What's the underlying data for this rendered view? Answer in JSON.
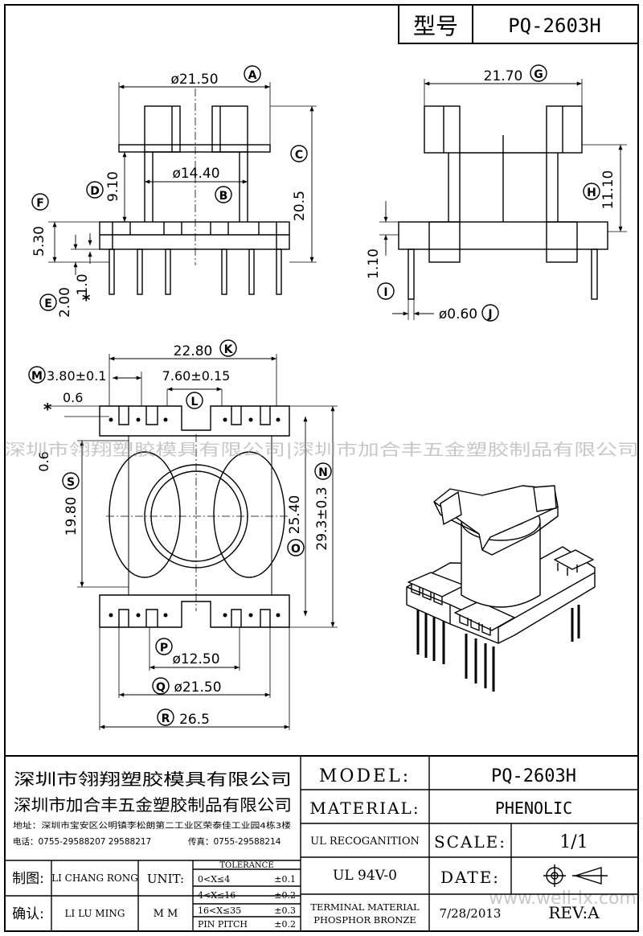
{
  "header": {
    "label_model": "型号",
    "model": "PQ-2603H"
  },
  "side_view": {
    "dim_a": "ø21.50",
    "tag_a": "A",
    "dim_b": "ø14.40",
    "tag_b": "B",
    "dim_c": "20.5",
    "tag_c": "C",
    "dim_d": "9.10",
    "tag_d": "D",
    "dim_e": "2.00",
    "tag_e": "E",
    "dim_e2": "1.0",
    "star": "*",
    "dim_f": "5.30",
    "tag_f": "F"
  },
  "front_view": {
    "dim_g": "21.70",
    "tag_g": "G",
    "dim_h": "11.10",
    "tag_h": "H",
    "dim_i": "1.10",
    "tag_i": "I",
    "dim_j": "ø0.60",
    "tag_j": "J"
  },
  "top_view": {
    "dim_k": "22.80",
    "tag_k": "K",
    "dim_l": "7.60±0.15",
    "tag_l": "L",
    "dim_m": "3.80±0.1",
    "tag_m": "M",
    "dim_n": "29.3±0.3",
    "tag_n": "N",
    "dim_o": "25.40",
    "tag_o": "O",
    "dim_p": "ø12.50",
    "tag_p": "P",
    "dim_q": "ø21.50",
    "tag_q": "Q",
    "dim_r": "26.5",
    "tag_r": "R",
    "dim_s": "19.80",
    "tag_s": "S",
    "dim_06a": "0.6",
    "dim_06b": "0.6",
    "star": "*"
  },
  "watermark": {
    "text": "深圳市翎翔塑胶模具有限公司|深圳市加合丰五金塑胶制品有限公司",
    "site": "www.well-lx.com"
  },
  "title_block": {
    "company1": "深圳市翎翔塑胶模具有限公司",
    "company2": "深圳市加合丰五金塑胶制品有限公司",
    "address": "地址：深圳市宝安区公明镇李松朗第二工业区荣泰佳工业园4栋3楼",
    "phone": "电话：0755-29588207  29588217",
    "fax": "传真：0755-29588214",
    "model_label": "MODEL:",
    "model": "PQ-2603H",
    "material_label": "MATERIAL:",
    "material": "PHENOLIC",
    "ul_label": "UL RECOGANITION",
    "ul_value": "UL 94V-0",
    "scale_label": "SCALE:",
    "scale": "1/1",
    "date_label": "DATE:",
    "date": "7/28/2013",
    "rev": "REV:A",
    "terminal_label": "TERMINAL MATERIAL",
    "terminal": "PHOSPHOR  BRONZE",
    "drawn_label": "制图:",
    "drawn_by": "LI CHANG RONG",
    "checked_label": "确认:",
    "checked_by": "LI LU MING",
    "unit_label": "UNIT:",
    "unit": "M M",
    "tolerance_label": "TOLERANCE",
    "tolerances": [
      {
        "range": "0<X≤4",
        "value": "±0.1"
      },
      {
        "range": "4<X≤16",
        "value": "±0.2"
      },
      {
        "range": "16<X≤35",
        "value": "±0.3"
      },
      {
        "range": "PIN PITCH",
        "value": "±0.2"
      }
    ]
  }
}
